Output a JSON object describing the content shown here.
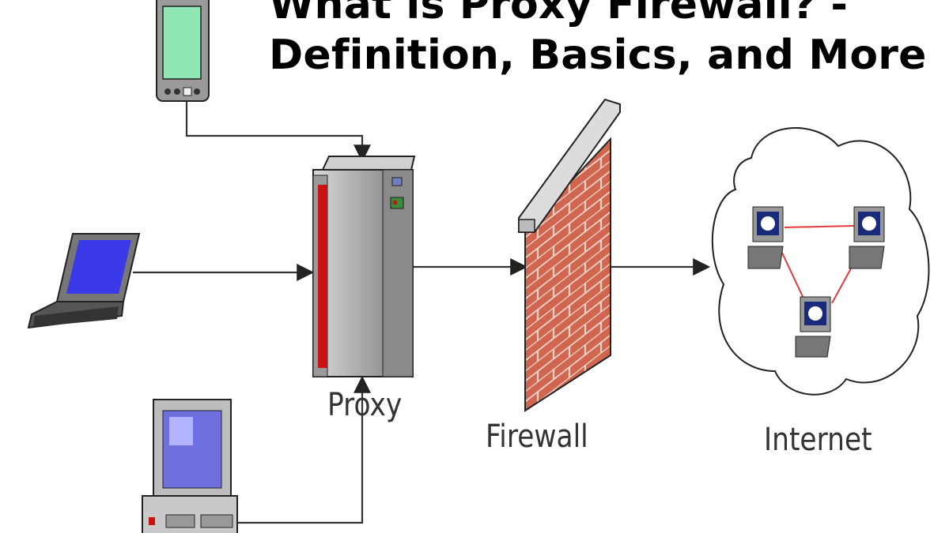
{
  "title": {
    "line1": "What is Proxy Firewall? -",
    "line2": "Definition, Basics, and More"
  },
  "labels": {
    "proxy": "Proxy",
    "firewall": "Firewall",
    "internet": "Internet"
  },
  "colors": {
    "brick": "#d0664f",
    "mortar": "#f3d6c9",
    "screen_blue": "#3a3ae8",
    "server_red": "#cc1111",
    "link_red": "#e23a3a",
    "pda_screen": "#8fe8b4"
  },
  "icons": [
    "pda-icon",
    "laptop-icon",
    "desktop-computer-icon",
    "proxy-server-icon",
    "firewall-wall-icon",
    "internet-cloud-icon",
    "network-computer-icon"
  ]
}
